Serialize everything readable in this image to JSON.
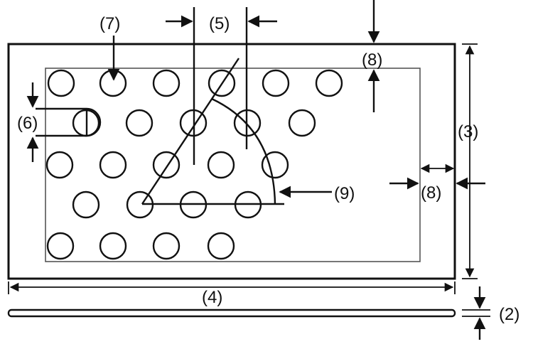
{
  "diagram": {
    "colors": {
      "ink": "#111111",
      "background": "#ffffff",
      "inner_border": "#555555"
    },
    "labels": {
      "thickness": "(2)",
      "width": "(3)",
      "length": "(4)",
      "hole_spacing": "(5)",
      "end_feature": "(6)",
      "hole_diameter": "(7)",
      "margin_top": "(8)",
      "margin_side": "(8)",
      "pattern_angle": "(9)"
    }
  }
}
